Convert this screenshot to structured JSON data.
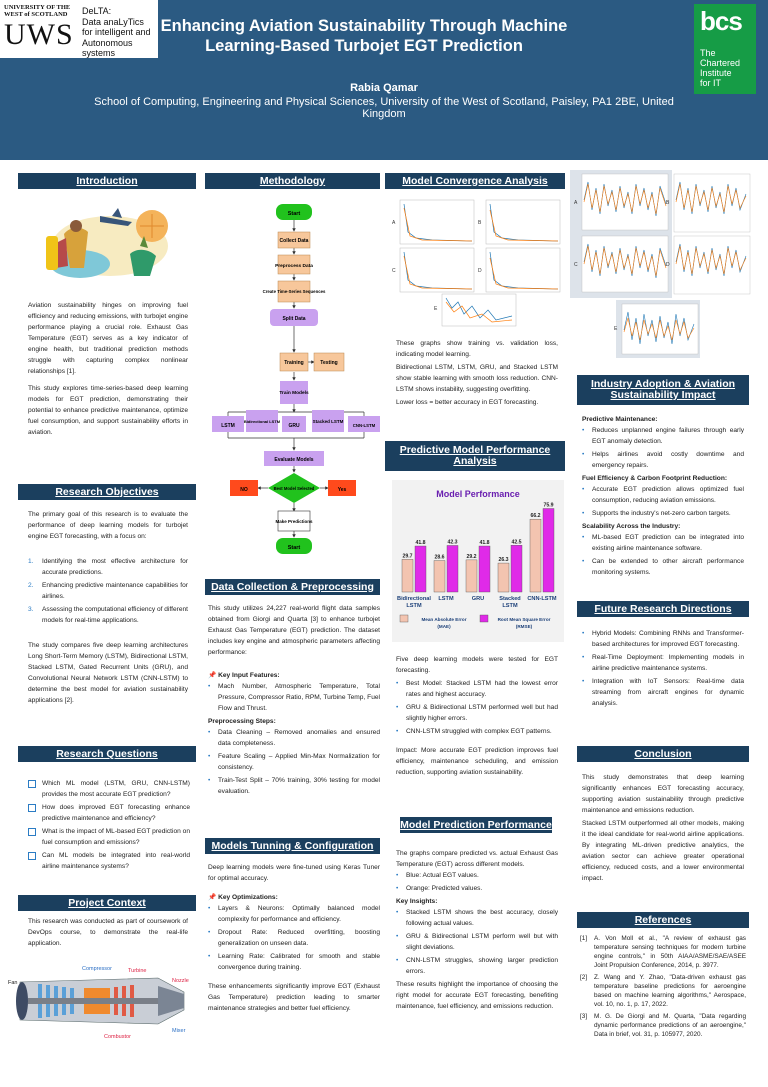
{
  "header": {
    "uws_top": "UNIVERSITY OF THE WEST of SCOTLAND",
    "uws_big": "UWS",
    "uws_tag": [
      "DeLTA:",
      "Data anaLyTics",
      "for intelligent and",
      "Autonomous systems"
    ],
    "title": "Enhancing Aviation Sustainability Through Machine Learning-Based Turbojet EGT Prediction",
    "author": "Rabia Qamar",
    "affiliation": "School of Computing, Engineering and Physical Sciences, University of the West of Scotland, Paisley, PA1 2BE, United Kingdom",
    "bcs_word": "bcs",
    "bcs_sub": [
      "The",
      "Chartered",
      "Institute",
      "for IT"
    ]
  },
  "colors": {
    "header": "#2b5a82",
    "section": "#1b3f5e",
    "bullet": "#2b7cc4",
    "flow_green": "#21c21d",
    "flow_orange": "#f7c79b",
    "flow_purple": "#c9a1ef",
    "flow_red": "#ff4a1c",
    "bar_mae": "#f3c4b0",
    "bar_rmse": "#e02ae8"
  },
  "intro": {
    "heading": "Introduction",
    "p1": "Aviation sustainability hinges on improving fuel efficiency and reducing emissions, with turbojet engine performance playing a crucial role. Exhaust Gas Temperature (EGT) serves as a key indicator of engine health, but traditional prediction methods struggle with capturing complex nonlinear relationships [1].",
    "p2": "This study explores time-series-based deep learning models for EGT prediction, demonstrating their potential to enhance predictive maintenance, optimize fuel consumption, and support sustainability efforts in aviation."
  },
  "objectives": {
    "heading": "Research Objectives",
    "p1": "The primary goal of this research is to evaluate the performance of deep learning models for turbojet engine EGT forecasting, with a focus on:",
    "items": [
      "Identifying the most effective architecture for accurate predictions.",
      "Enhancing predictive maintenance capabilities for airlines.",
      "Assessing the computational efficiency of different models for real-time applications."
    ],
    "p2": "The study compares five deep learning architectures Long Short-Term Memory (LSTM), Bidirectional LSTM, Stacked LSTM, Gated Recurrent Units (GRU), and Convolutional Neural Network LSTM (CNN-LSTM) to determine the best model for aviation sustainability applications [2]."
  },
  "questions": {
    "heading": "Research Questions",
    "items": [
      "Which ML model (LSTM, GRU, CNN-LSTM) provides the most accurate EGT prediction?",
      "How does improved EGT forecasting enhance predictive maintenance and efficiency?",
      "What is the impact of ML-based EGT prediction on fuel consumption and emissions?",
      "Can ML models be integrated into real-world airline maintenance systems?"
    ]
  },
  "context": {
    "heading": "Project Context",
    "p1": "This research was conducted as part of coursework of DevOps course, to demonstrate the real-life application.",
    "engine_labels": {
      "compressor": "Compressor",
      "turbine": "Turbine",
      "fan": "Fan",
      "nozzle": "Nozzle",
      "mixer": "Mixer",
      "combustor": "Combustor"
    }
  },
  "methodology": {
    "heading": "Methodology",
    "flow": {
      "start": "Start",
      "collect": "Collect Data",
      "preprocess": "Preprocess Data",
      "sequences": "Create Time-Series Sequences",
      "split": "Split Data",
      "training": "Training",
      "testing": "Testing",
      "train_models": "Train Models",
      "lstm": "LSTM",
      "bilstm": "Bidirectional LSTM",
      "gru": "GRU",
      "stacked": "Stacked LSTM",
      "cnnlstm": "CNN-LSTM",
      "evaluate": "Evaluate Models",
      "best": "Best Model Selected",
      "no": "NO",
      "yes": "Yes",
      "make_pred": "Make Predictions",
      "end": "Start"
    }
  },
  "data_collection": {
    "heading": "Data Collection & Preprocessing",
    "p1": "This study utilizes 24,227 real-world flight data samples obtained from Giorgi and Quarta [3] to enhance turbojet Exhaust Gas Temperature (EGT) prediction. The dataset includes key engine and atmospheric parameters affecting performance:",
    "features_heading": "Key Input Features:",
    "features": [
      "Mach Number, Atmospheric Temperature, Total Pressure, Compressor Ratio, RPM, Turbine Temp, Fuel Flow and Thrust."
    ],
    "steps_heading": "Preprocessing Steps:",
    "steps": [
      "Data Cleaning – Removed anomalies and ensured data completeness.",
      "Feature Scaling – Applied Min-Max Normalization for consistency.",
      "Train-Test Split – 70% training, 30% testing for model evaluation."
    ]
  },
  "tuning": {
    "heading": "Models Tunning & Configuration",
    "p1": "Deep learning models were fine-tuned using Keras Tuner for optimal accuracy.",
    "opt_heading": "Key Optimizations:",
    "items": [
      "Layers & Neurons: Optimally balanced model complexity for performance and efficiency.",
      "Dropout Rate: Reduced overfitting, boosting generalization on unseen data.",
      "Learning Rate: Calibrated for smooth and stable convergence during training."
    ],
    "p2": "These enhancements significantly improve EGT (Exhaust Gas Temperature) prediction leading to smarter maintenance strategies and better fuel efficiency."
  },
  "convergence": {
    "heading": "Model Convergence Analysis",
    "panel_labels": [
      "A",
      "B",
      "C",
      "D",
      "E"
    ],
    "p1": "These graphs show training vs. validation loss, indicating model learning.",
    "p2": "Bidirectional LSTM, LSTM, GRU, and Stacked LSTM show stable learning with smooth loss reduction. CNN-LSTM shows instability, suggesting overfitting.",
    "p3": "Lower loss = better accuracy in EGT forecasting."
  },
  "performance": {
    "heading": "Predictive Model Performance Analysis",
    "p1": "Five deep learning models were tested for EGT forecasting.",
    "items": [
      "Best Model: Stacked LSTM had the lowest error rates and highest accuracy.",
      "GRU & Bidirectional LSTM performed well but had slightly higher errors.",
      "CNN-LSTM struggled with complex EGT patterns."
    ],
    "p2": "Impact: More accurate EGT prediction improves fuel efficiency, maintenance scheduling, and emission reduction, supporting aviation sustainability."
  },
  "chart_data": {
    "type": "bar",
    "title": "Model Performance",
    "categories": [
      "Bidirectional LSTM",
      "LSTM",
      "GRU",
      "Stacked LSTM",
      "CNN-LSTM"
    ],
    "series": [
      {
        "name": "Mean Absolute Error (MAE)",
        "values": [
          29.7,
          28.6,
          29.2,
          26.3,
          66.2
        ],
        "color": "#f3c4b0"
      },
      {
        "name": "Root Mean Square Error (RMSE)",
        "values": [
          41.8,
          42.3,
          41.8,
          42.5,
          75.9
        ],
        "color": "#e02ae8"
      }
    ],
    "ylim": [
      0,
      80
    ],
    "legend": "bottom"
  },
  "prediction": {
    "heading": "Model Prediction Performance",
    "p1": "The graphs compare predicted vs. actual Exhaust Gas Temperature (EGT) across different models.",
    "legend_items": [
      "Blue: Actual EGT values.",
      "Orange: Predicted values."
    ],
    "insights_heading": "Key Insights:",
    "items": [
      "Stacked LSTM shows the best accuracy, closely following actual values.",
      "GRU & Bidirectional LSTM perform well but with slight deviations.",
      "CNN-LSTM struggles, showing larger prediction errors."
    ],
    "p2": "These results highlight the importance of choosing the right model for accurate EGT forecasting, benefiting maintenance, fuel efficiency, and emissions reduction.",
    "panel_labels": [
      "A",
      "B",
      "C",
      "D",
      "E"
    ]
  },
  "industry": {
    "heading": "Industry Adoption & Aviation Sustainability Impact",
    "h1": "Predictive Maintenance:",
    "l1": [
      "Reduces unplanned engine failures through early EGT anomaly detection.",
      "Helps airlines avoid costly downtime and emergency repairs."
    ],
    "h2": "Fuel Efficiency & Carbon Footprint Reduction:",
    "l2": [
      "Accurate EGT prediction allows optimized fuel consumption, reducing aviation emissions.",
      "Supports the industry's net-zero carbon targets."
    ],
    "h3": "Scalability Across the Industry:",
    "l3": [
      "ML-based EGT prediction can be integrated into existing airline maintenance software.",
      "Can be extended to other aircraft performance monitoring systems."
    ]
  },
  "future": {
    "heading": "Future Research Directions",
    "items": [
      "Hybrid Models: Combining RNNs and Transformer-based architectures for improved EGT forecasting.",
      "Real-Time Deployment: Implementing models in airline predictive maintenance systems.",
      "Integration with IoT Sensors: Real-time data streaming from aircraft engines for dynamic analysis."
    ]
  },
  "conclusion": {
    "heading": "Conclusion",
    "p1": "This study demonstrates that deep learning significantly enhances EGT forecasting accuracy, supporting aviation sustainability through predictive maintenance and emissions reduction.",
    "p2": "Stacked LSTM outperformed all other models, making it the ideal candidate for real-world airline applications. By integrating ML-driven predictive analytics, the aviation sector can achieve greater operational efficiency, reduced costs, and a lower environmental impact."
  },
  "references": {
    "heading": "References",
    "items": [
      {
        "num": "[1]",
        "text": "A. Von Moll et al., \"A review of exhaust gas temperature sensing techniques for modern turbine engine controls,\" in 50th AIAA/ASME/SAE/ASEE Joint Propulsion Conference, 2014, p. 3977."
      },
      {
        "num": "[2]",
        "text": "Z. Wang and Y. Zhao, \"Data-driven exhaust gas temperature baseline predictions for aeroengine based on machine learning algorithms,\" Aerospace, vol. 10, no. 1, p. 17, 2022."
      },
      {
        "num": "[3]",
        "text": "M. G. De Giorgi and M. Quarta, \"Data regarding dynamic performance predictions of an aeroengine,\" Data in brief, vol. 31, p. 105977, 2020."
      }
    ]
  }
}
